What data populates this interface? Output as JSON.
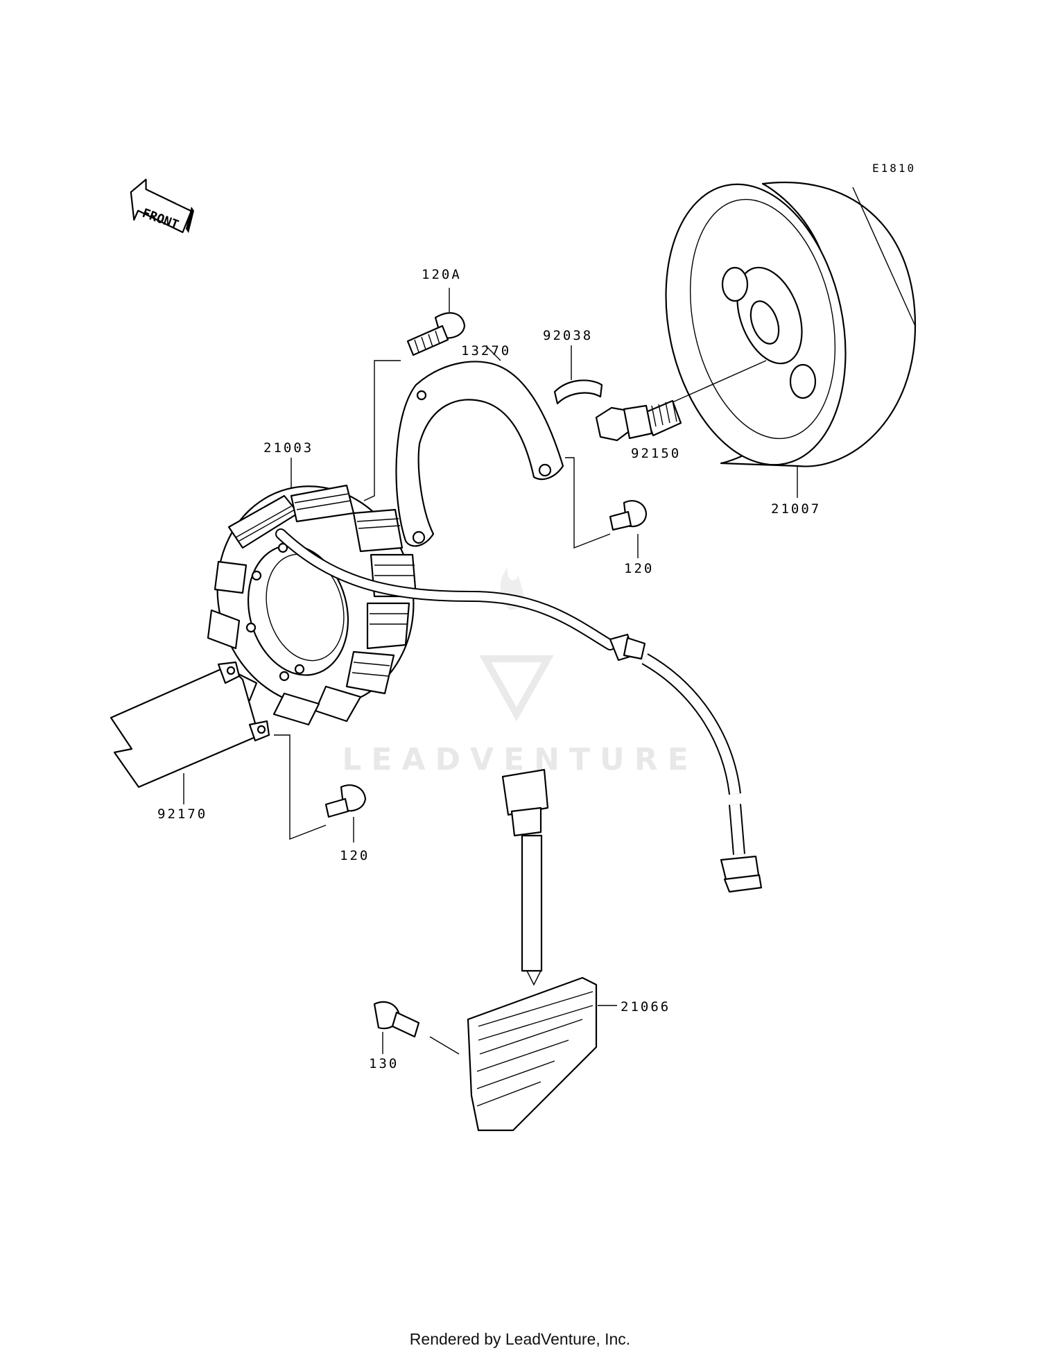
{
  "diagram": {
    "code": "E1810",
    "front_label": "FRONT",
    "watermark": "LEADVENTURE",
    "parts": [
      {
        "id": "p120a",
        "number": "120A"
      },
      {
        "id": "p13270",
        "number": "13270"
      },
      {
        "id": "p92038",
        "number": "92038"
      },
      {
        "id": "p92150",
        "number": "92150"
      },
      {
        "id": "p21007",
        "number": "21007"
      },
      {
        "id": "p21003",
        "number": "21003"
      },
      {
        "id": "p120r",
        "number": "120"
      },
      {
        "id": "p120l",
        "number": "120"
      },
      {
        "id": "p92170",
        "number": "92170"
      },
      {
        "id": "p21066",
        "number": "21066"
      },
      {
        "id": "p130",
        "number": "130"
      }
    ]
  },
  "footer": {
    "text": "Rendered by LeadVenture, Inc."
  }
}
